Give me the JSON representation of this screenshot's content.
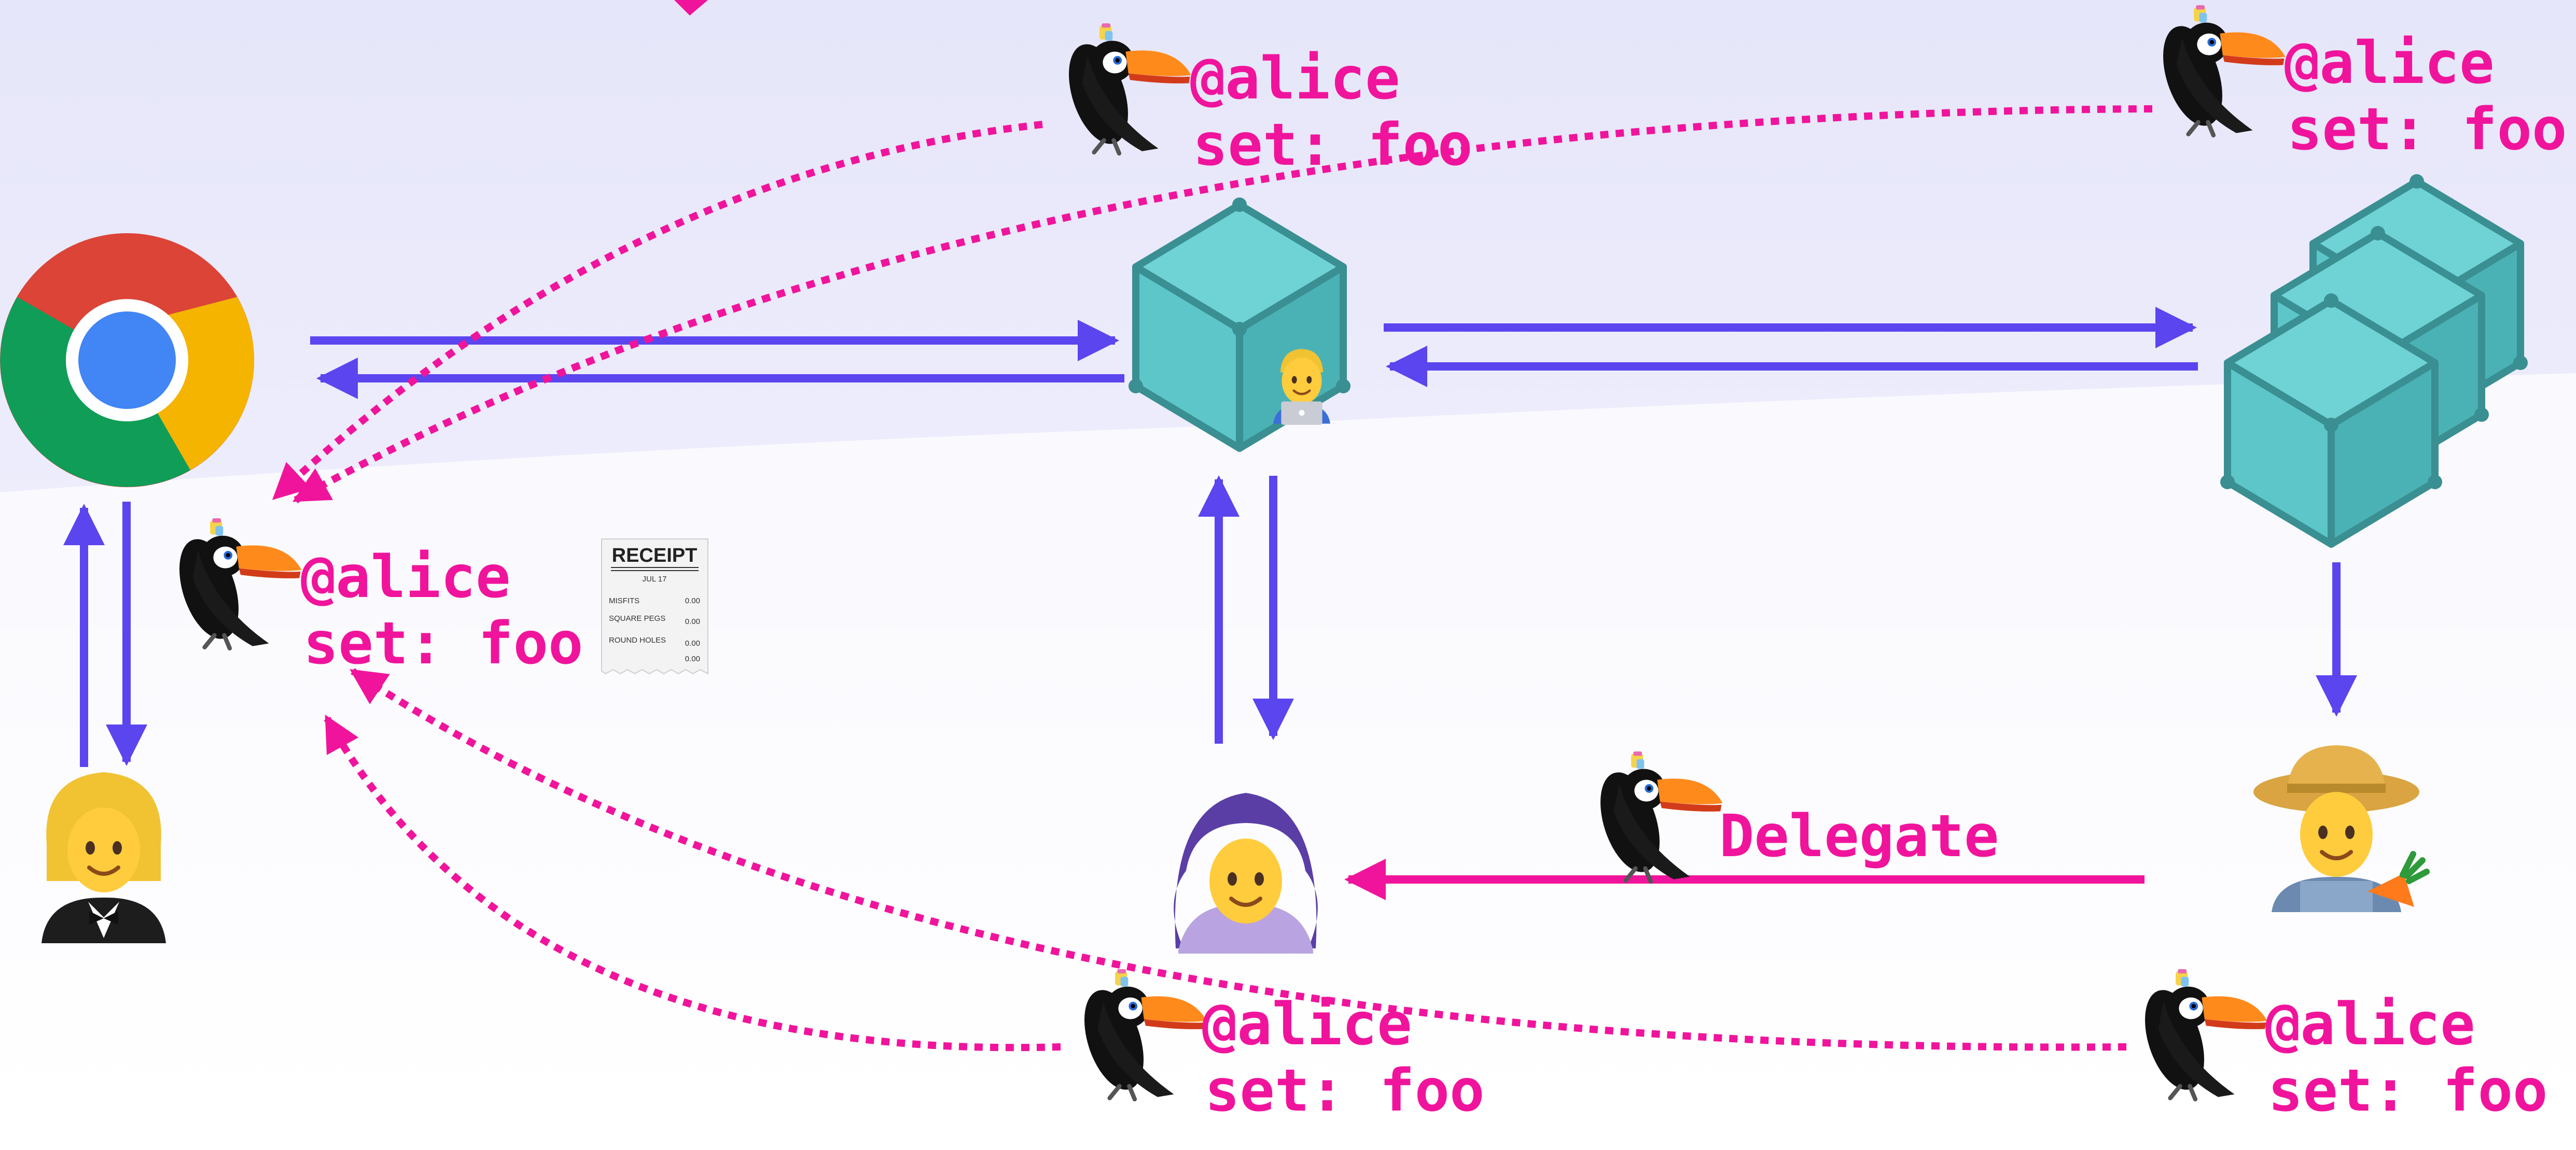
{
  "colors": {
    "arrow": "#5b45ee",
    "dotted": "#f0149c",
    "delegate": "#f0149c",
    "label": "#f0149c",
    "cube_face": "#5cc6c9",
    "cube_edge": "#3a8f92",
    "background_top": "#e8e8fb"
  },
  "nodes": {
    "browser": {
      "icon": "chrome-logo"
    },
    "user": {
      "icon": "woman-in-tuxedo-emoji"
    },
    "server": {
      "icon": "cube-with-technologist"
    },
    "cluster": {
      "icon": "stacked-cubes"
    },
    "farmer": {
      "icon": "farmer-emoji"
    },
    "delegate_person": {
      "icon": "woman-with-headscarf-emoji"
    }
  },
  "tokens": [
    {
      "id": "token-browser",
      "line1": "@alice",
      "line2": "set: foo"
    },
    {
      "id": "token-top-middle",
      "line1": "@alice",
      "line2": "set: foo"
    },
    {
      "id": "token-top-right",
      "line1": "@alice",
      "line2": "set: foo"
    },
    {
      "id": "token-bottom-middle",
      "line1": "@alice",
      "line2": "set: foo"
    },
    {
      "id": "token-bottom-right",
      "line1": "@alice",
      "line2": "set: foo"
    }
  ],
  "delegate": {
    "label": "Delegate"
  },
  "receipt": {
    "title": "RECEIPT",
    "date": "JUL 17",
    "lines": [
      {
        "item": "MISFITS",
        "amount": "0.00"
      },
      {
        "item": "SQUARE PEGS",
        "amount": "0.00"
      },
      {
        "item": "ROUND HOLES",
        "amount": "0.00"
      },
      {
        "item": "",
        "amount": "0.00"
      }
    ]
  }
}
